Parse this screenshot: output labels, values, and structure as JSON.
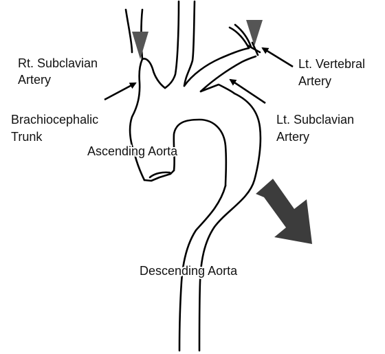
{
  "colors": {
    "outline": "#000000",
    "marker": "#555555",
    "flow_arrow": "#3c3c3c",
    "background": "#ffffff"
  },
  "icons": {
    "marker": "triangle-marker-icon",
    "flow": "flow-arrow-icon",
    "pointer": "pointer-arrow-icon"
  },
  "labels": {
    "rt_subclavian": [
      "Rt. Subclavian",
      "Artery"
    ],
    "lt_vertebral": [
      "Lt. Vertebral",
      "Artery"
    ],
    "brachiocephalic": [
      "Brachiocephalic",
      "Trunk"
    ],
    "lt_subclavian": [
      "Lt. Subclavian",
      "Artery"
    ],
    "ascending": "Ascending Aorta",
    "descending": "Descending Aorta"
  }
}
